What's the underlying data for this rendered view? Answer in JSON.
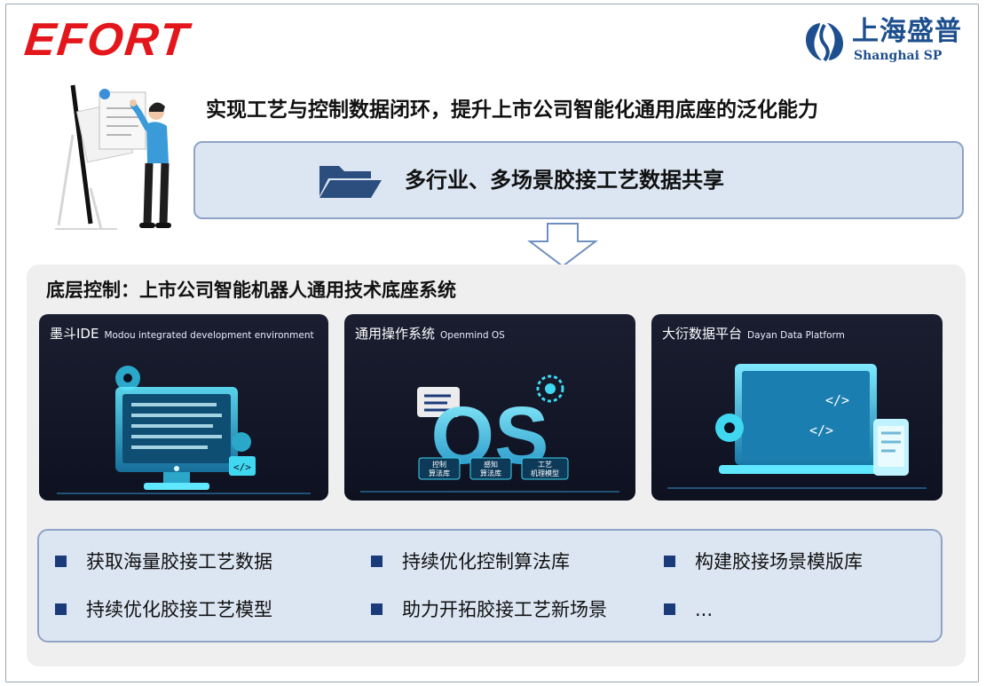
{
  "logos": {
    "efort": "EFORT",
    "shanghai_sp_cn": "上海盛普",
    "shanghai_sp_en": "Shanghai SP"
  },
  "headline": "实现工艺与控制数据闭环，提升上市公司智能化通用底座的泛化能力",
  "data_sharing": {
    "icon": "folder-icon",
    "text": "多行业、多场景胶接工艺数据共享"
  },
  "bottom_panel": {
    "title": "底层控制：上市公司智能机器人通用技术底座系统",
    "cards": [
      {
        "title_cn": "墨斗IDE",
        "title_en": "Modou integrated development environment",
        "icon": "monitor-code-icon"
      },
      {
        "title_cn": "通用操作系统",
        "title_en": "Openmind OS",
        "icon": "os-icon",
        "modules": [
          "控制\n算法库",
          "感知\n算法库",
          "工艺\n机理模型"
        ]
      },
      {
        "title_cn": "大衍数据平台",
        "title_en": "Dayan Data Platform",
        "icon": "laptop-code-icon"
      }
    ],
    "benefits": [
      "获取海量胶接工艺数据",
      "持续优化控制算法库",
      "构建胶接场景模版库",
      "持续优化胶接工艺模型",
      "助力开拓胶接工艺新场景",
      "..."
    ]
  },
  "colors": {
    "efort_red": "#e3161b",
    "sp_blue": "#1d4f8e",
    "box_fill": "#dce6f3",
    "box_border": "#8ea3c7",
    "bullet": "#1b3a7a",
    "card_bg": "#141828",
    "glow_cyan": "#3fd8f0"
  }
}
